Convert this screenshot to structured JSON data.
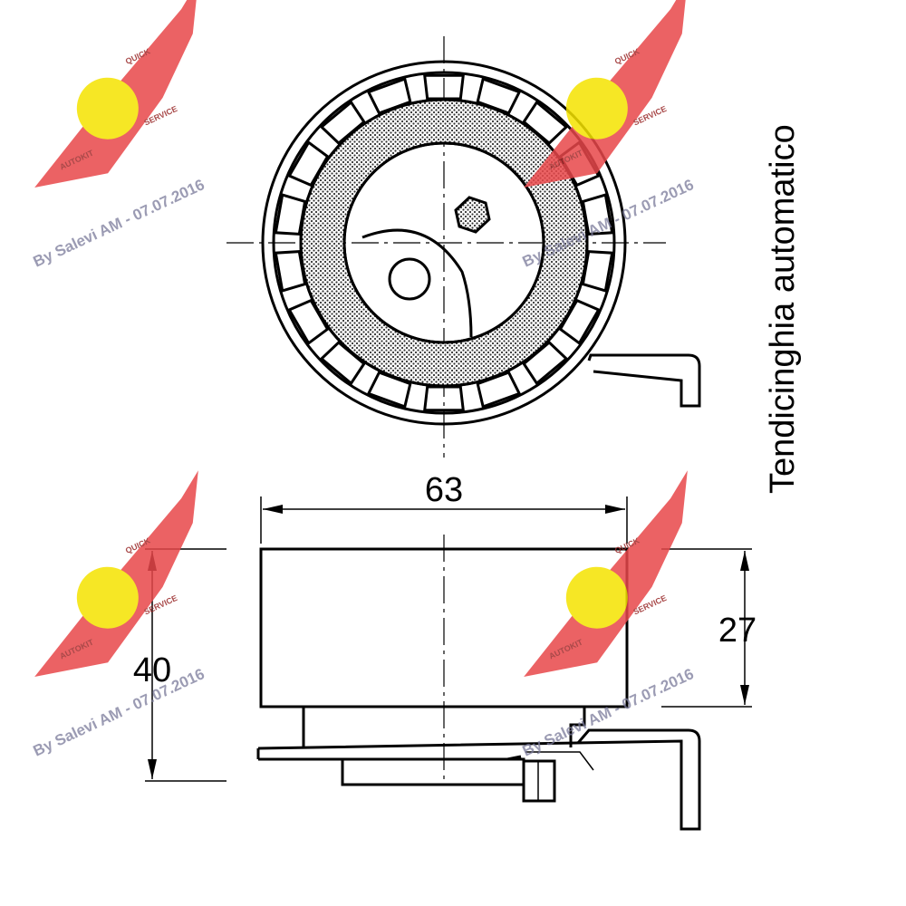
{
  "drawing": {
    "title": "Tendicinghia automatico",
    "dimensions": {
      "width": "63",
      "total_height": "40",
      "pulley_height": "27"
    }
  },
  "watermark": {
    "text": "By Salevi AM - 07.07.2016",
    "logo_text_top": "QUICK",
    "logo_text_bottom": "SERVICE",
    "logo_text_left": "AUTOKIT",
    "wing_color": "#e8474a",
    "badge_color": "#f5e300"
  }
}
